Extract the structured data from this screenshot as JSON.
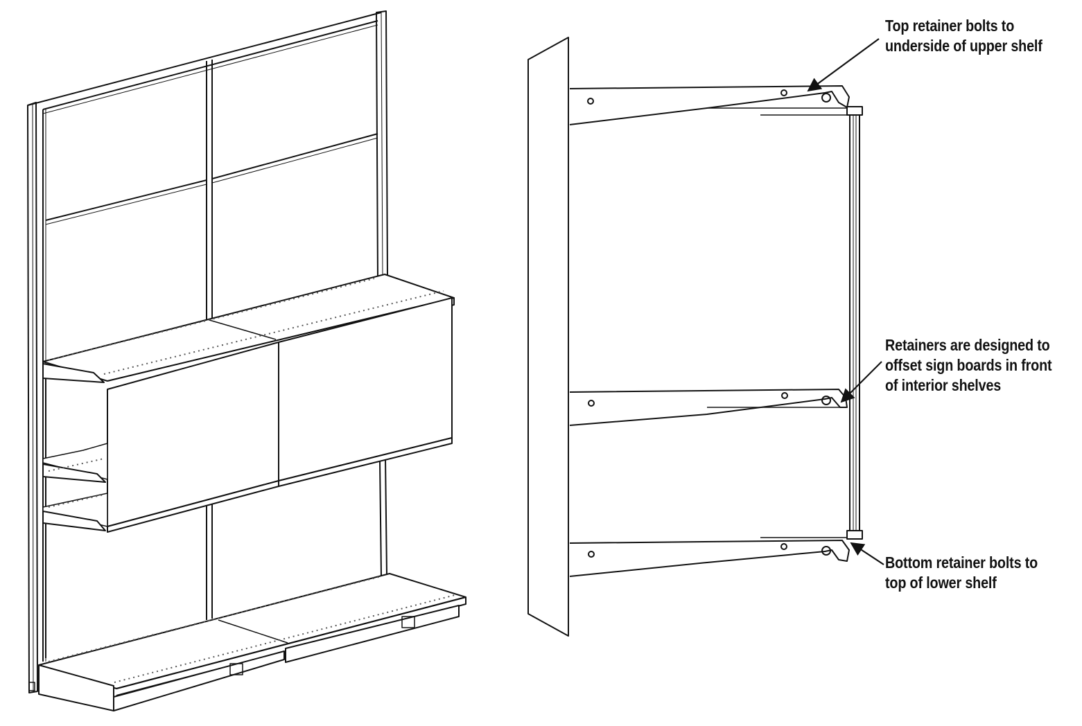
{
  "callouts": {
    "top": [
      "Top retainer bolts to",
      "underside of upper shelf"
    ],
    "middle": [
      "Retainers are designed to",
      "offset sign boards in front",
      "of interior shelves"
    ],
    "bottom": [
      "Bottom retainer bolts to",
      "top of lower shelf"
    ]
  },
  "colors": {
    "line": "#111111",
    "panel_fill": "#ffffff",
    "shelf_dots": "#555555"
  }
}
